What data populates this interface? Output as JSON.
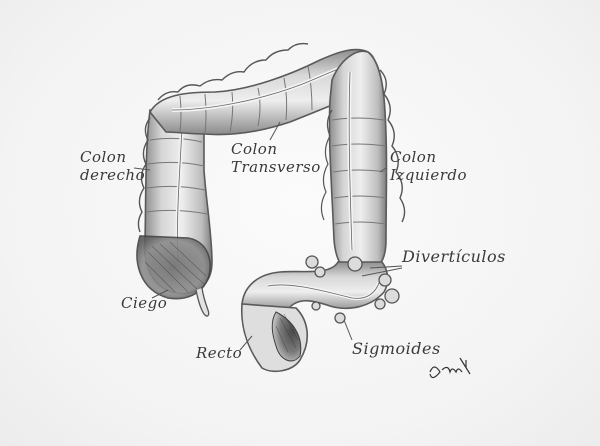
{
  "labels": {
    "colon_derecho": [
      "Colon",
      "derecho"
    ],
    "colon_transverso": [
      "Colon",
      "Transverso"
    ],
    "colon_izquierdo": [
      "Colon",
      "Izquierdo"
    ],
    "diverticulos": "Divertículos",
    "ciego": "Ciego",
    "recto": "Recto",
    "sigmoides": "Sigmoides"
  },
  "signature": "Ami",
  "colors": {
    "paper": "#f6f6f6",
    "pencil": "#5a5a5a",
    "shade": "#9a9a9a",
    "dark": "#3a3a3a"
  }
}
